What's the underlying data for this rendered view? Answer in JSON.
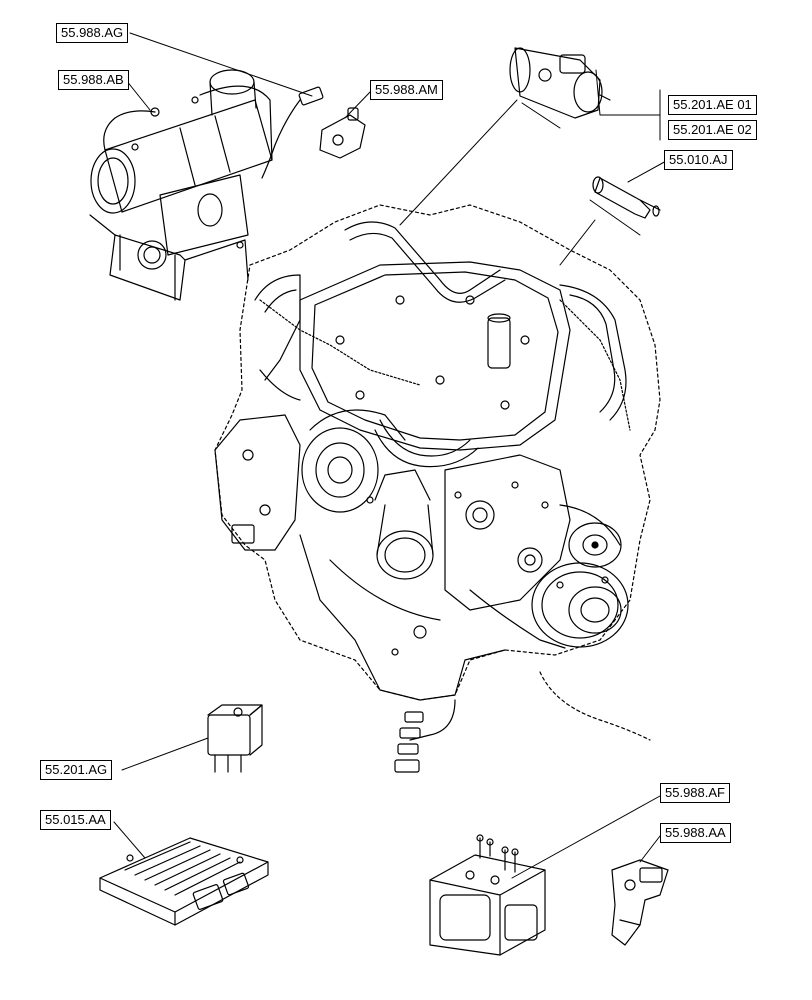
{
  "callouts": {
    "ag": "55.988.AG",
    "ab": "55.988.AB",
    "am": "55.988.AM",
    "ae01": "55.201.AE 01",
    "ae02": "55.201.AE 02",
    "aj": "55.010.AJ",
    "ag_relay": "55.201.AG",
    "ecu": "55.015.AA",
    "af": "55.988.AF",
    "aa": "55.988.AA"
  },
  "colors": {
    "line": "#000000",
    "background": "#ffffff"
  }
}
